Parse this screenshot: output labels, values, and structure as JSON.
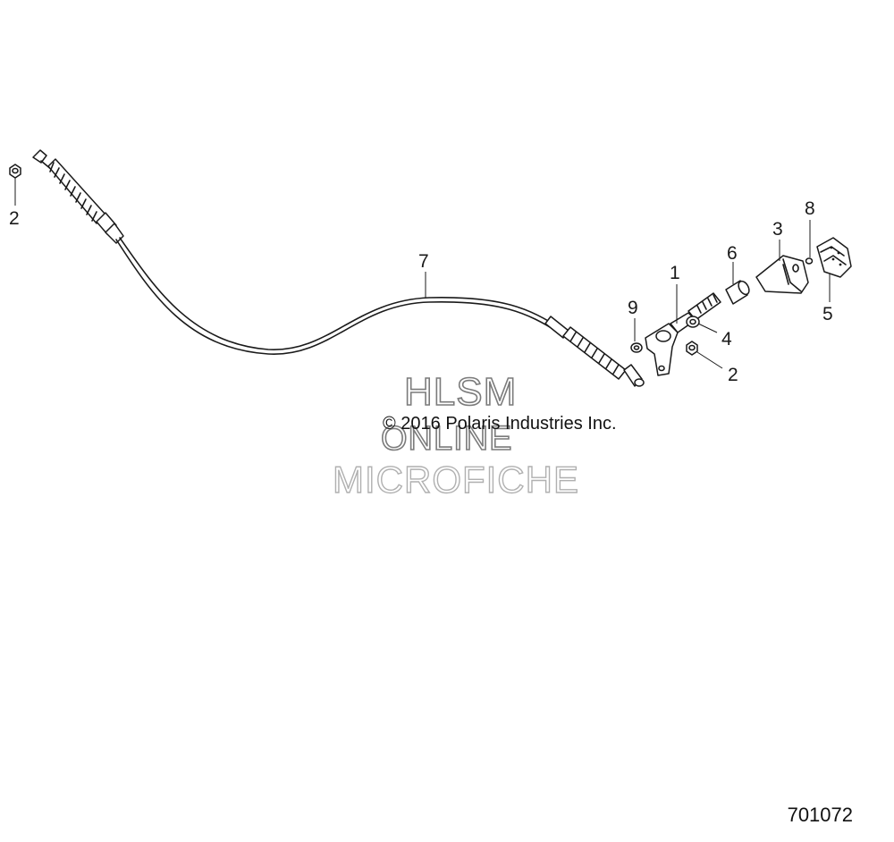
{
  "callouts": {
    "c1": "1",
    "c2_left": "2",
    "c2_right": "2",
    "c3": "3",
    "c4": "4",
    "c5": "5",
    "c6": "6",
    "c7": "7",
    "c8": "8",
    "c9": "9"
  },
  "watermark": {
    "line1": "HLSM",
    "line2": "ONLINE",
    "line3": "MICROFICHE"
  },
  "copyright": "© 2016 Polaris Industries Inc.",
  "drawing_number": "701072"
}
